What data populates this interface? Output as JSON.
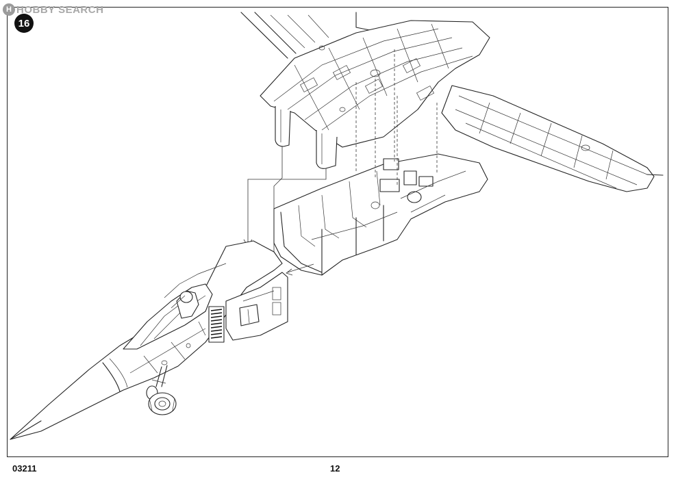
{
  "watermark": {
    "badge": "H",
    "text": "HOBBY SEARCH"
  },
  "step": {
    "number": "16"
  },
  "footer": {
    "product_code": "03211",
    "page_number": "12"
  },
  "icons": {
    "step_marker": "filled-circle-number",
    "watermark_logo": "circle-letter-badge"
  }
}
